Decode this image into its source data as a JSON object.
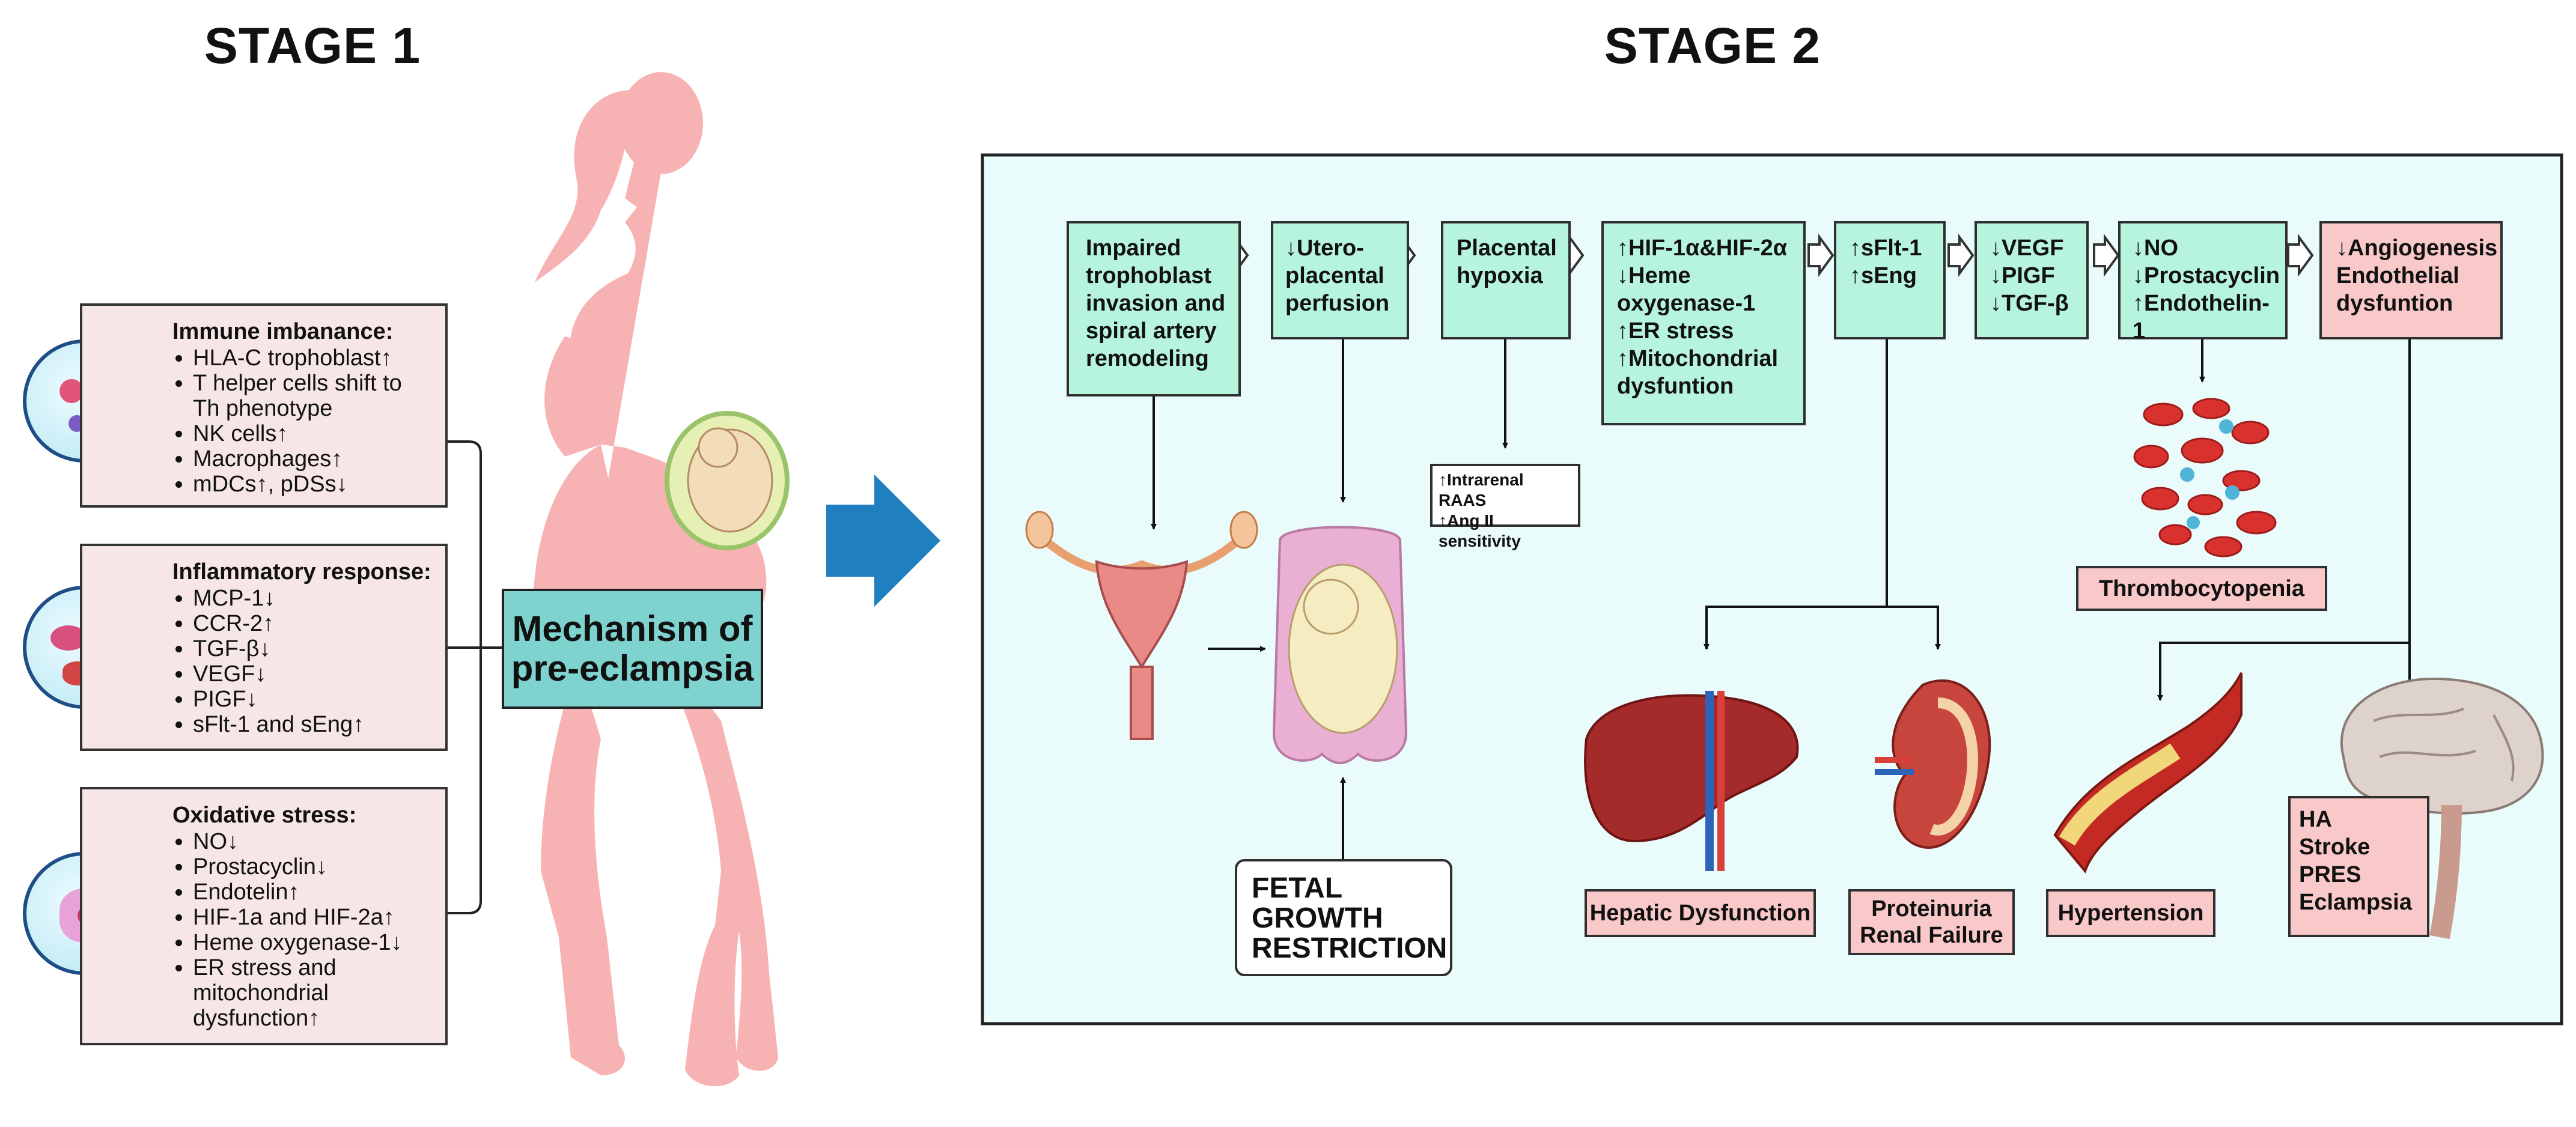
{
  "stage1": {
    "title": "STAGE 1"
  },
  "stage2": {
    "title": "STAGE 2"
  },
  "panels": {
    "immune": {
      "title": "Immune imbanance:",
      "items": [
        "HLA-C trophoblast↑",
        "T helper cells shift to Th phenotype",
        "NK cells↑",
        "Macrophages↑",
        "mDCs↑, pDSs↓"
      ]
    },
    "inflammatory": {
      "title": "Inflammatory response:",
      "items": [
        "MCP-1↓",
        "CCR-2↑",
        "TGF-β↓",
        "VEGF↓",
        "PIGF↓",
        "sFlt-1 and sEng↑"
      ]
    },
    "oxidative": {
      "title": "Oxidative stress:",
      "items": [
        "NO↓",
        "Prostacyclin↓",
        "Endotelin↑",
        "HIF-1a and HIF-2a↑",
        "Heme oxygenase-1↓",
        "ER stress and mitochondrial dysfunction↑"
      ]
    }
  },
  "mechanism": {
    "line1": "Mechanism of",
    "line2": "pre-eclampsia"
  },
  "flow": {
    "b1": [
      "Impaired",
      "trophoblast",
      "invasion and",
      "spiral artery",
      "remodeling"
    ],
    "b2": [
      "↓Utero-",
      "placental",
      "perfusion"
    ],
    "b3": [
      "Placental",
      "hypoxia"
    ],
    "b4": [
      "↑HIF-1α&HIF-2α",
      "↓Heme",
      "oxygenase-1",
      "↑ER stress",
      "↑Mitochondrial",
      "dysfuntion"
    ],
    "b5": [
      "↑sFlt-1",
      "↑sEng"
    ],
    "b6": [
      "↓VEGF",
      "↓PIGF",
      "↓TGF-β"
    ],
    "b7": [
      "↓NO",
      "↓Prostacyclin",
      "↑Endothelin-1"
    ],
    "b8": [
      "↓Angiogenesis",
      "Endothelial",
      "dysfuntion"
    ]
  },
  "raas": {
    "line1": "↑Intrarenal RAAS",
    "line2": "↑Ang II sensitivity"
  },
  "fgr": {
    "line1": "FETAL",
    "line2": "GROWTH",
    "line3": "RESTRICTION"
  },
  "outcomes": {
    "thrombocytopenia": "Thrombocytopenia",
    "hepatic": "Hepatic Dysfunction",
    "renal1": "Proteinuria",
    "renal2": "Renal Failure",
    "hypertension": "Hypertension",
    "brain": [
      "HA",
      "Stroke",
      "PRES",
      "Eclampsia"
    ]
  },
  "colors": {
    "accent_blue": "#1f7fbf",
    "flow_green": "#b6f4dd",
    "outcome_pink": "#f9c8c8",
    "panel_bg": "#e9fbfb",
    "silhouette": "#f7b3b3"
  }
}
